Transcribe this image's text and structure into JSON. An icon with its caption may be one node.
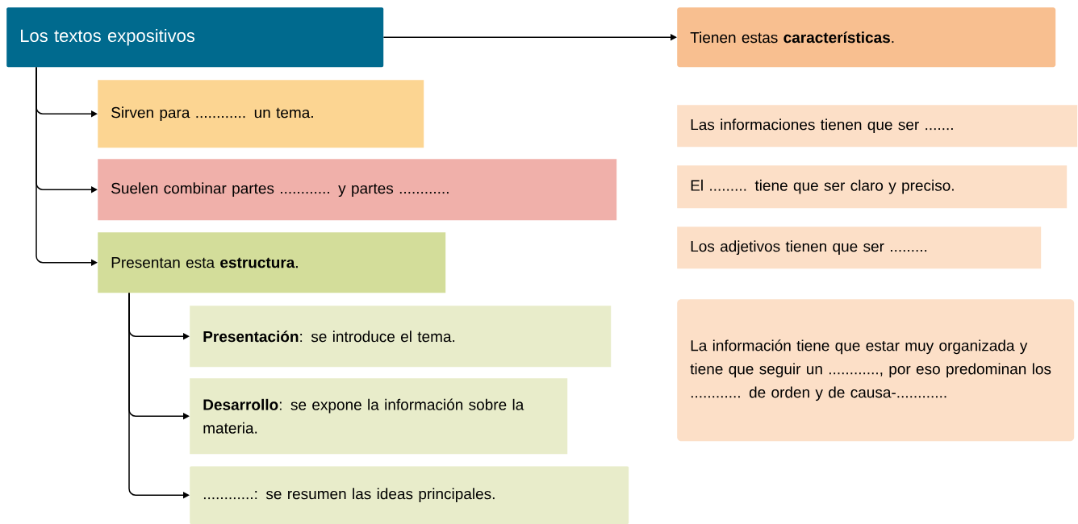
{
  "diagram": {
    "nodes": [
      {
        "text": [
          "Los textos expositivos"
        ]
      },
      {
        "text": [
          "Sirven para ............ un tema."
        ]
      },
      {
        "text": [
          "Suelen combinar partes ............ y partes ............"
        ]
      },
      {
        "text": [
          "Presentan esta **estructura**."
        ]
      },
      {
        "text": [
          "**Presentación**: se introduce el tema."
        ]
      },
      {
        "text": [
          "**Desarrollo**: se expone la información sobre la materia."
        ]
      },
      {
        "text": [
          "............: se resumen las ideas principales."
        ]
      },
      {
        "text": [
          "Tienen estas **características**."
        ]
      },
      {
        "text": [
          "Las informaciones tienen que ser ......."
        ]
      },
      {
        "text": [
          "El ......... tiene que ser claro y preciso."
        ]
      },
      {
        "text": [
          "Los adjetivos tienen que ser ........."
        ]
      },
      {
        "text": [
          "La información tiene que estar muy organizada y tiene que seguir un ............, por eso predominan los ............ de orden y de causa-............"
        ]
      }
    ],
    "edges": [
      {
        "from": 0,
        "to": 7,
        "arrow": "to"
      },
      {
        "from": 0,
        "to": 1,
        "arrow": "to"
      },
      {
        "from": 0,
        "to": 2,
        "arrow": "to"
      },
      {
        "from": 0,
        "to": 3,
        "arrow": "to"
      },
      {
        "from": 3,
        "to": 4,
        "arrow": "to"
      },
      {
        "from": 3,
        "to": 5,
        "arrow": "to"
      },
      {
        "from": 3,
        "to": 6,
        "arrow": "to"
      }
    ]
  }
}
